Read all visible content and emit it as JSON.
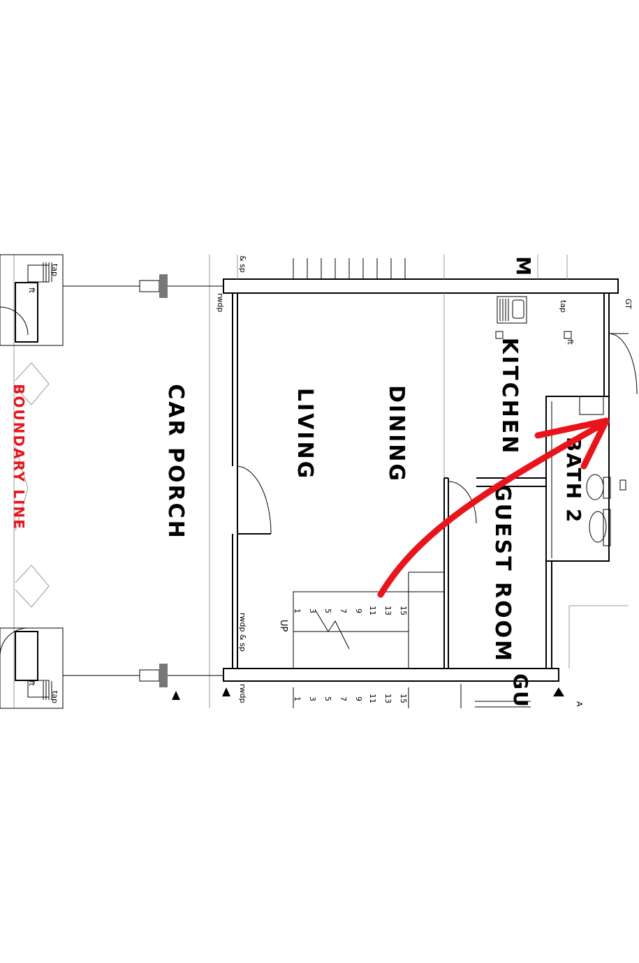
{
  "rooms": {
    "car_porch": "CAR PORCH",
    "living": "LIVING",
    "dining": "DINING",
    "kitchen": "KITCHEN",
    "guest_room": "GUEST ROOM",
    "bath_2": "BATH 2",
    "partial_top": "M",
    "partial_bottom": "GU"
  },
  "boundary_line": "BOUNDARY LINE",
  "notes": {
    "tap_1": "tap",
    "ft_1": "ft",
    "tap_2": "tap",
    "ft_2": "ft",
    "tap_kitchen": "tap",
    "ft_kitchen": "ft",
    "sp_top": "& sp",
    "rwdp_top": "rwdp",
    "rwdp_sp_mid": "rwdp & sp",
    "rwdp_bottom": "rwdp",
    "gt": "GT",
    "up": "UP",
    "partial_a": "A"
  },
  "stairs": {
    "numbers_upper": [
      "1",
      "3",
      "5",
      "7",
      "9",
      "11",
      "13",
      "15"
    ],
    "numbers_lower": [
      "1",
      "3",
      "5",
      "7",
      "9",
      "11",
      "13",
      "15"
    ]
  },
  "annotation": {
    "arrow_color": "#e8141c"
  }
}
